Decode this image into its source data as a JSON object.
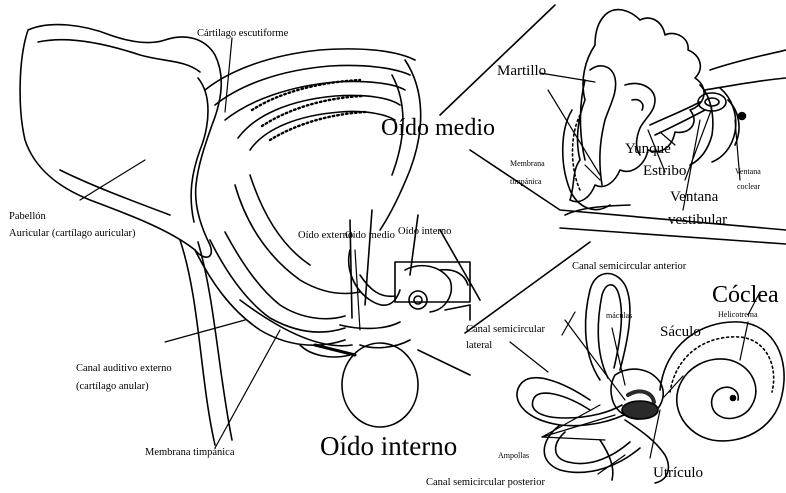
{
  "labels": {
    "cartilago_escutiforme": "Cártilago escutiforme",
    "pabellon_line1": "Pabellón",
    "pabellon_line2": "Auricular (cartílago auricular)",
    "oido_externo": "Oído externo",
    "oido_medio_small": "Oído medio",
    "oido_interno_small": "Oído interno",
    "canal_auditivo_line1": "Canal auditivo externo",
    "canal_auditivo_line2": "(cartílago anular)",
    "membrana_timpanica_bottom": "Membrana timpánica",
    "oido_interno_large": "Oído interno",
    "martillo": "Martillo",
    "oido_medio_large": "Oído medio",
    "yunque": "Yunque",
    "estribo": "Estribo",
    "membrana_timpanica_top_line1": "Membrana",
    "membrana_timpanica_top_line2": "timpánica",
    "ventana_coclear_line1": "Ventana",
    "ventana_coclear_line2": "coclear",
    "ventana_vestibular_line1": "Ventana",
    "ventana_vestibular_line2": "vestibular",
    "canal_anterior": "Canal semicircular anterior",
    "coclea": "Cóclea",
    "saculo": "Sáculo",
    "maculas": "máculas",
    "helicotrema": "Helicotrema",
    "canal_lateral_line1": "Canal semicircular",
    "canal_lateral_line2": "lateral",
    "ampollas": "Ampollas",
    "canal_posterior": "Canal semicircular posterior",
    "utriculo": "Utrículo"
  },
  "colors": {
    "ink": "#000000",
    "paper": "#ffffff",
    "shade": "#2a2a2a"
  }
}
